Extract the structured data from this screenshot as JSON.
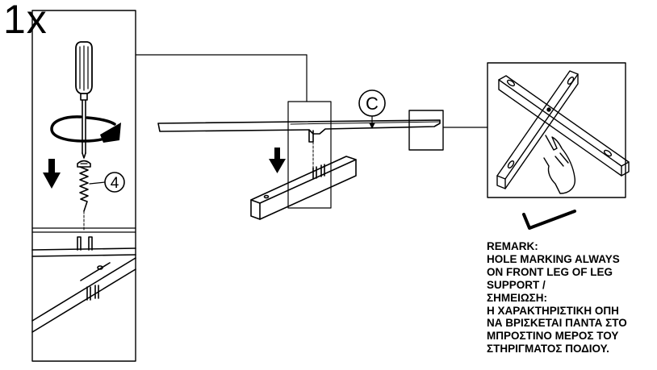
{
  "quantity_label": "1x",
  "part_number": "4",
  "step_label": "C",
  "remark": {
    "lines": [
      "REMARK:",
      "HOLE MARKING ALWAYS",
      "ON FRONT LEG OF LEG",
      "SUPPORT /",
      "ΣΗΜΕΙΩΣΗ:",
      "Η ΧΑΡΑΚΤΗΡΙΣΤΙΚΗ ΟΠΗ",
      "ΝΑ ΒΡΙΣΚΕΤΑΙ ΠΑΝΤΑ ΣΤΟ",
      "ΜΠΡΟΣΤΙΝΟ ΜΕΡΟΣ ΤΟΥ",
      "ΣΤΗΡΙΓΜΑΤΟΣ ΠΟΔΙΟΥ."
    ]
  },
  "colors": {
    "ink": "#000000",
    "paper": "#ffffff"
  },
  "icons": [
    "screwdriver-icon",
    "rotation-arrow-icon",
    "down-arrow-icon",
    "screw-icon",
    "pointing-hand-icon",
    "check-mark-icon"
  ]
}
